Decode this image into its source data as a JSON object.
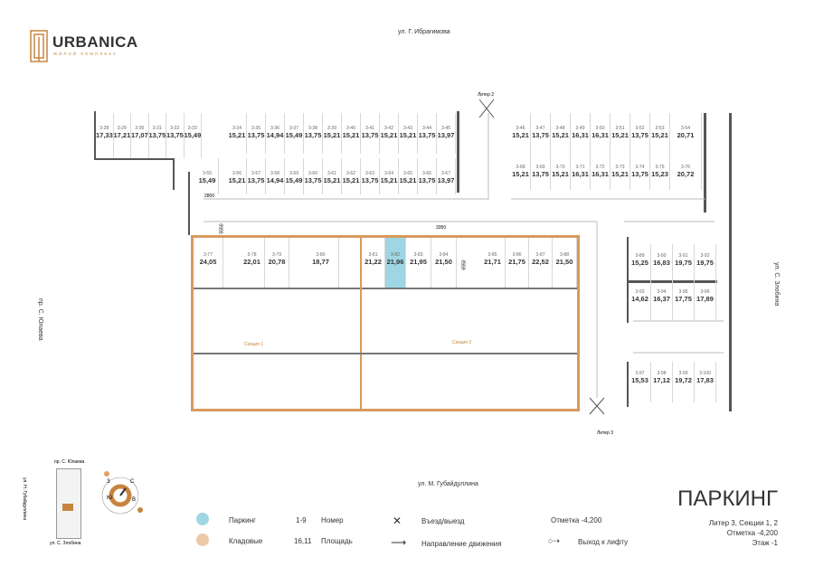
{
  "logo": {
    "name": "URBANICA",
    "tagline": "ЖИЛОЙ КОМПЛЕКС"
  },
  "streets": {
    "top": "ул. Г. Ибрагимова",
    "bottom": "ул. М. Губайдуллина",
    "left": "пр. С. Юлаева",
    "right": "ул. С. Злобина"
  },
  "labels": {
    "liter2": "Литер 2",
    "liter3": "Литер 3",
    "section1": "Секция 1",
    "section2": "Секция 2",
    "dim2800": "2800",
    "dim3350": "3350",
    "dim5550": "5550",
    "dim6550": "6550"
  },
  "minimap": {
    "top": "пр. С. Юлаева",
    "left": "ул. Н. Губайдуллина",
    "bottom": "ул. С. Злобина",
    "compass": {
      "n": "С",
      "s": "Ю",
      "w": "З",
      "e": "В"
    }
  },
  "title": {
    "main": "ПАРКИНГ",
    "line1": "Литер 3, Секции 1, 2",
    "line2": "Отметка -4,200",
    "line3": "Этаж -1"
  },
  "legend": {
    "parking": "Паркинг",
    "storage": "Кладовые",
    "num_example": "1-9",
    "num_label": "Номер",
    "area_example": "16,11",
    "area_label": "Площадь",
    "entry": "Въезд/выезд",
    "direction": "Направление движения",
    "mark": "Отметка -4,200",
    "lift": "Выход к лифту",
    "parking_color": "#9fd6e3",
    "storage_color": "#ecc9a8"
  },
  "spots": [
    {
      "n": "3-28",
      "a": "17,33"
    },
    {
      "n": "3-29",
      "a": "17,21"
    },
    {
      "n": "3-30",
      "a": "17,07"
    },
    {
      "n": "3-31",
      "a": "13,75"
    },
    {
      "n": "3-32",
      "a": "13,75"
    },
    {
      "n": "3-33",
      "a": "15,49"
    },
    {
      "n": "3-34",
      "a": "15,21"
    },
    {
      "n": "3-35",
      "a": "13,75"
    },
    {
      "n": "3-36",
      "a": "14,94"
    },
    {
      "n": "3-37",
      "a": "15,49"
    },
    {
      "n": "3-38",
      "a": "13,75"
    },
    {
      "n": "3-39",
      "a": "15,21"
    },
    {
      "n": "3-40",
      "a": "15,21"
    },
    {
      "n": "3-41",
      "a": "13,75"
    },
    {
      "n": "3-42",
      "a": "15,21"
    },
    {
      "n": "3-43",
      "a": "15,21"
    },
    {
      "n": "3-44",
      "a": "13,75"
    },
    {
      "n": "3-45",
      "a": "13,97"
    },
    {
      "n": "3-55",
      "a": "15,49"
    },
    {
      "n": "3-56",
      "a": "15,21"
    },
    {
      "n": "3-57",
      "a": "13,75"
    },
    {
      "n": "3-58",
      "a": "14,94"
    },
    {
      "n": "3-59",
      "a": "15,49"
    },
    {
      "n": "3-60",
      "a": "13,75"
    },
    {
      "n": "3-61",
      "a": "15,21"
    },
    {
      "n": "3-62",
      "a": "15,21"
    },
    {
      "n": "3-63",
      "a": "13,75"
    },
    {
      "n": "3-64",
      "a": "15,21"
    },
    {
      "n": "3-65",
      "a": "15,21"
    },
    {
      "n": "3-66",
      "a": "13,75"
    },
    {
      "n": "3-67",
      "a": "13,97"
    },
    {
      "n": "3-46",
      "a": "15,21"
    },
    {
      "n": "3-47",
      "a": "13,75"
    },
    {
      "n": "3-48",
      "a": "15,21"
    },
    {
      "n": "3-49",
      "a": "16,31"
    },
    {
      "n": "3-50",
      "a": "16,31"
    },
    {
      "n": "3-51",
      "a": "15,21"
    },
    {
      "n": "3-52",
      "a": "13,75"
    },
    {
      "n": "3-53",
      "a": "15,21"
    },
    {
      "n": "3-54",
      "a": "20,71"
    },
    {
      "n": "3-68",
      "a": "15,21"
    },
    {
      "n": "3-69",
      "a": "13,75"
    },
    {
      "n": "3-70",
      "a": "15,21"
    },
    {
      "n": "3-71",
      "a": "16,31"
    },
    {
      "n": "3-72",
      "a": "16,31"
    },
    {
      "n": "3-73",
      "a": "15,21"
    },
    {
      "n": "3-74",
      "a": "13,75"
    },
    {
      "n": "3-75",
      "a": "15,23"
    },
    {
      "n": "3-76",
      "a": "20,72"
    },
    {
      "n": "3-77",
      "a": "24,05"
    },
    {
      "n": "3-78",
      "a": "22,01"
    },
    {
      "n": "3-79",
      "a": "20,78"
    },
    {
      "n": "3-80",
      "a": "18,77"
    },
    {
      "n": "3-81",
      "a": "21,22"
    },
    {
      "n": "3-82",
      "a": "21,96",
      "hl": true
    },
    {
      "n": "3-83",
      "a": "21,95"
    },
    {
      "n": "3-84",
      "a": "21,50"
    },
    {
      "n": "3-85",
      "a": "21,71"
    },
    {
      "n": "3-86",
      "a": "21,75"
    },
    {
      "n": "3-87",
      "a": "22,52"
    },
    {
      "n": "3-88",
      "a": "21,50"
    },
    {
      "n": "3-89",
      "a": "15,25"
    },
    {
      "n": "3-90",
      "a": "16,83"
    },
    {
      "n": "3-91",
      "a": "19,75"
    },
    {
      "n": "3-92",
      "a": "19,75"
    },
    {
      "n": "3-93",
      "a": "14,62"
    },
    {
      "n": "3-94",
      "a": "16,37"
    },
    {
      "n": "3-95",
      "a": "17,75"
    },
    {
      "n": "3-96",
      "a": "17,89"
    },
    {
      "n": "3-97",
      "a": "15,53"
    },
    {
      "n": "3-98",
      "a": "17,12"
    },
    {
      "n": "3-99",
      "a": "19,72"
    },
    {
      "n": "3-100",
      "a": "17,83"
    }
  ]
}
